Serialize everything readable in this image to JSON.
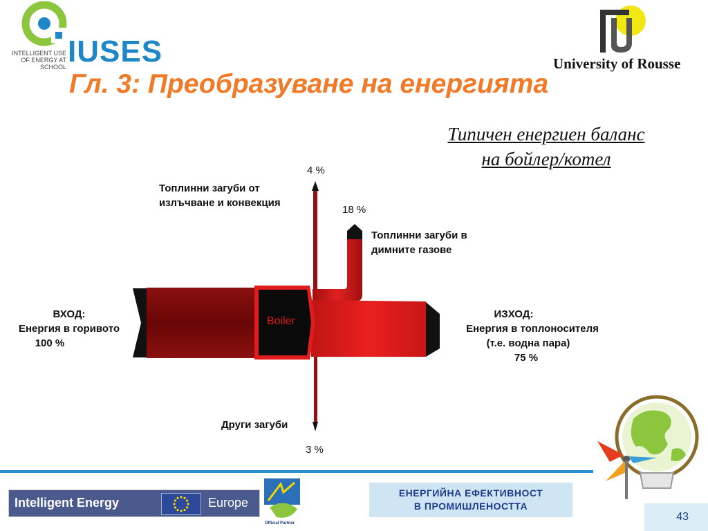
{
  "header": {
    "logo_name": "IUSES",
    "logo_tagline": "INTELLIGENT USE OF ENERGY AT SCHOOL",
    "university": "University of Rousse",
    "title": "Гл. 3: Преобразуване на енергията"
  },
  "diagram": {
    "subtitle_line1": "Типичен енергиен баланс",
    "subtitle_line2": "на бойлер/котел",
    "boiler_label": "Boiler",
    "input": {
      "line1": "ВХОД:",
      "line2": "Енергия в горивото",
      "value": "100 %"
    },
    "output": {
      "line1": "ИЗХОД:",
      "line2": "Енергия в топлоносителя",
      "line3": "(т.е. водна пара)",
      "value": "75 %"
    },
    "loss_radiation": {
      "line1": "Топлинни загуби от",
      "line2": "излъчване и конвекция",
      "value": "4 %"
    },
    "loss_flue": {
      "line1": "Топлинни загуби в",
      "line2": "димните газове",
      "value": "18 %"
    },
    "loss_other": {
      "label": "Други загуби",
      "value": "3 %"
    }
  },
  "footer": {
    "program_left": "Intelligent Energy",
    "program_right": "Europe",
    "partner": "Official Partner",
    "topic_line1": "ЕНЕРГИЙНА ЕФЕКТИВНОСТ",
    "topic_line2": "В ПРОМИШЛЕНОСТТА",
    "page_number": "43"
  },
  "colors": {
    "title": "#f07a28",
    "input_flow": "#7a0a0a",
    "output_flow": "#e01c1c",
    "accent_blue": "#2a8ed3"
  }
}
